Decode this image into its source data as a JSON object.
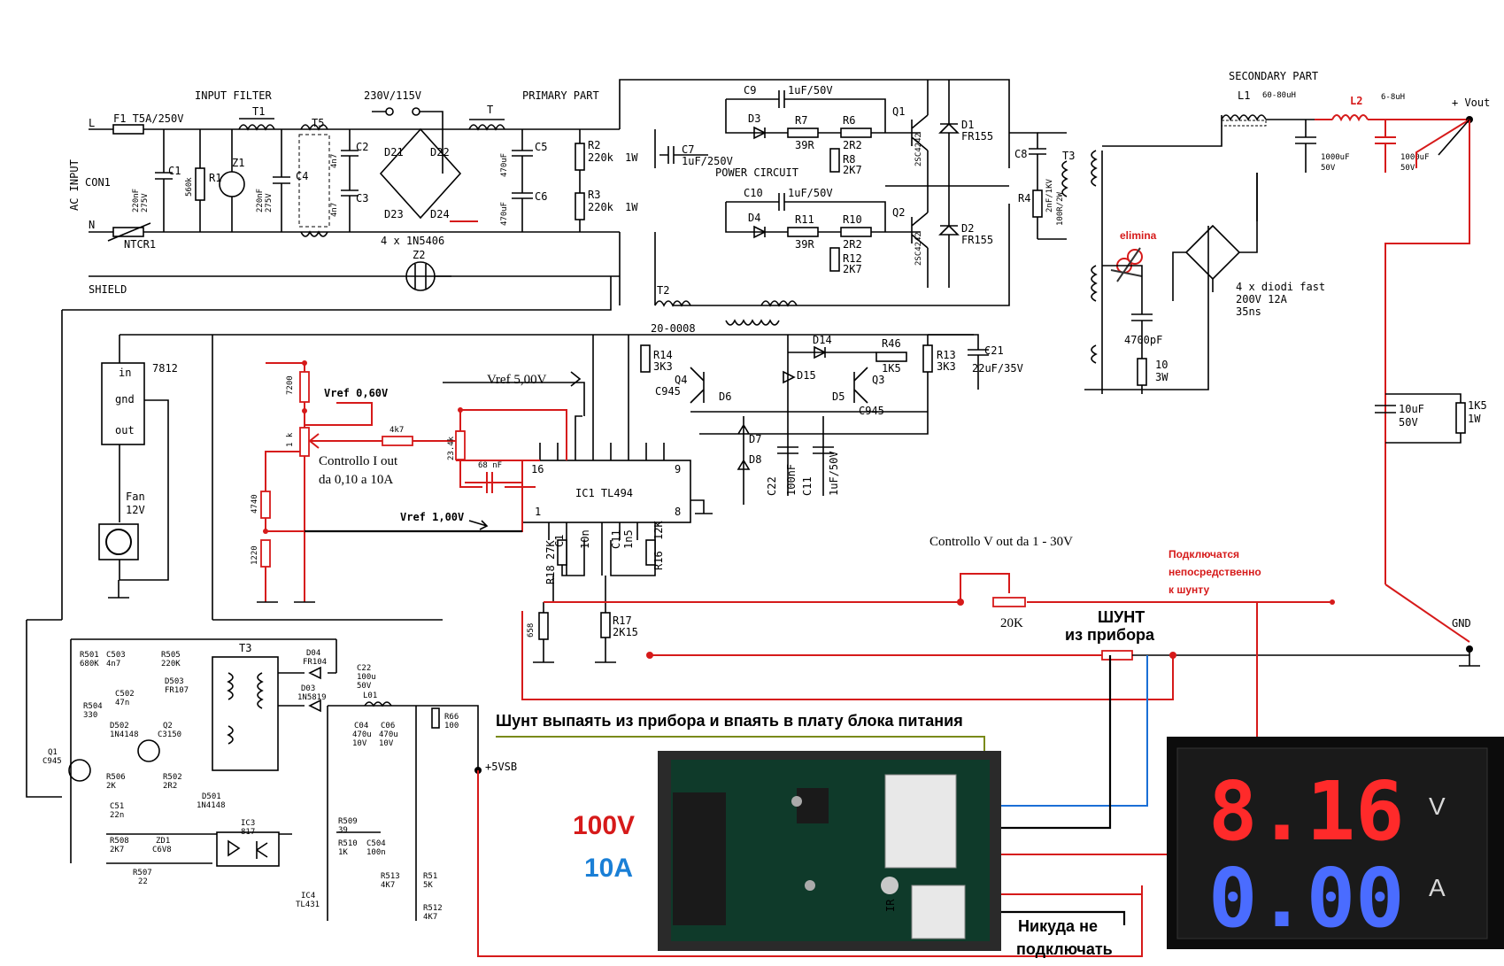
{
  "labels": {
    "input_filter": "INPUT FILTER",
    "voltage_select": "230V/115V",
    "primary_part": "PRIMARY PART",
    "secondary_part": "SECONDARY PART",
    "power_circuit": "POWER CIRCUIT",
    "ac_input": "AC INPUT",
    "con1": "CON1",
    "shield": "SHIELD",
    "L": "L",
    "N": "N",
    "vout": "+ Vout",
    "gnd": "GND",
    "vsb": "+5VSB",
    "elimina": "elimina",
    "diodes_note": [
      "4 x diodi fast",
      "200V 12A",
      "35ns"
    ],
    "vref5": "Vref 5,00V",
    "vref06": "Vref 0,60V",
    "vref1": "Vref 1,00V",
    "controllo_i": [
      "Controllo I out",
      "da 0,10 a 10A"
    ],
    "controllo_v": "Controllo V out da 1 - 30V",
    "connect_note": [
      "Подключатся",
      "непосредственно",
      "к шунту"
    ],
    "shunt": [
      "ШУНТ",
      "из прибора"
    ],
    "shunt_instruction": "Шунт выпаять из прибора и впаять в плату блока питания",
    "volt_range": "100V",
    "amp_range": "10A",
    "no_connect": [
      "Никуда не",
      "подключать"
    ],
    "reg": {
      "name": "7812",
      "in": "in",
      "gnd": "gnd",
      "out": "out"
    },
    "fan": [
      "Fan",
      "12V"
    ],
    "ic1": "IC1 TL494",
    "four_1n5406": "4 x 1N5406"
  },
  "components": {
    "F1": "F1 T5A/250V",
    "T1": "T1",
    "T5": "T5",
    "T": "T",
    "T2": "T2",
    "T2_part": "20-0008",
    "T3": "T3",
    "C1": "C1",
    "R1": "R1",
    "Z1": "Z1",
    "C4": "C4",
    "C2": "C2",
    "C3": "C3",
    "cap_220nf": [
      "220nF",
      "275V"
    ],
    "cap_220nf_b": [
      "220nF",
      "275V"
    ],
    "r560k": "560k",
    "c_4n7": "4n7",
    "c_4n7_b": "4n7",
    "D21": "D21",
    "D22": "D22",
    "D23": "D23",
    "D24": "D24",
    "Z2": "Z2",
    "NTCR1": "NTCR1",
    "C5": "C5",
    "C6": "C6",
    "c5val": "470uF",
    "c6val": "470uF",
    "R2": "R2",
    "R2v": "220k",
    "R3": "R3",
    "R3v": "220k",
    "w1": "1W",
    "w1b": "1W",
    "C7": "C7",
    "C7v": "1uF/250V",
    "C9": "C9",
    "C9v": "1uF/50V",
    "C10": "C10",
    "C10v": "1uF/50V",
    "D3": "D3",
    "D4": "D4",
    "R7": "R7",
    "R7v": "39R",
    "R6": "R6",
    "R6v": "2R2",
    "R8": "R8",
    "R8v": "2K7",
    "R11": "R11",
    "R11v": "39R",
    "R10": "R10",
    "R10v": "2R2",
    "R12": "R12",
    "R12v": "2K7",
    "Q1": "Q1",
    "Q1v": "2SC4242",
    "Q2": "Q2",
    "Q2v": "2SC4242",
    "D1": "D1",
    "D1v": "FR155",
    "D2": "D2",
    "D2v": "FR155",
    "C8": "C8",
    "C8v": "2nF/1KV",
    "R4": "R4",
    "R4v": "100R/2W",
    "L1": "L1",
    "L1v": "60-80uH",
    "L2": "L2",
    "L2v": "6-8uH",
    "c1000a": [
      "1000uF",
      "50V"
    ],
    "c1000b": [
      "1000uF",
      "50V"
    ],
    "c4700": "4700pF",
    "r10": [
      "10",
      "3W"
    ],
    "c10u": [
      "10uF",
      "50V"
    ],
    "r1k5": [
      "1K5",
      "1W"
    ],
    "R14": "R14",
    "R14v": "3K3",
    "R13": "R13",
    "R13v": "3K3",
    "R46": "R46",
    "R46v": "1K5",
    "D14": "D14",
    "D15": "D15",
    "Q4": "Q4",
    "Q4v": "C945",
    "Q3": "Q3",
    "Q3v": "C945",
    "D6": "D6",
    "D5": "D5",
    "D7": "D7",
    "D8": "D8",
    "C21": "C21",
    "C21v": "22uF/35V",
    "C22": "C22",
    "C22v": "100nF",
    "C11b": "C11",
    "C11bv": "1uF/50V",
    "r7200": "7200",
    "r1k": "1 k",
    "r4740": "4740",
    "r1220": "1220",
    "r4k7": "4k7",
    "r23k4": "23.4k",
    "c68nf": "68 nF",
    "pin16": "16",
    "pin1": "1",
    "pin9": "9",
    "pin8": "8",
    "C1b": "C1",
    "C1bv": "10n",
    "C11": "C11",
    "C11v": "1n5",
    "R16": "R16",
    "R16v": "12K",
    "R18": "R18",
    "R18v": "27K",
    "R17": "R17",
    "R17v": "2K15",
    "r658": "658",
    "r20k": "20K"
  },
  "standby": {
    "R501": [
      "R501",
      "680K"
    ],
    "C503": [
      "C503",
      "4n7"
    ],
    "R505": [
      "R505",
      "220K"
    ],
    "D503": [
      "D503",
      "FR107"
    ],
    "C502": [
      "C502",
      "47n"
    ],
    "R504": [
      "R504",
      "330"
    ],
    "D502": [
      "D502",
      "1N4148"
    ],
    "Q2": [
      "Q2",
      "C3150"
    ],
    "Q1": [
      "Q1",
      "C945"
    ],
    "R506": [
      "R506",
      "2K"
    ],
    "C51": [
      "C51",
      "22n"
    ],
    "R502": [
      "R502",
      "2R2"
    ],
    "D501": [
      "D501",
      "1N4148"
    ],
    "R508": [
      "R508",
      "2K7"
    ],
    "ZD1": [
      "ZD1",
      "C6V8"
    ],
    "R507": [
      "R507",
      "22"
    ],
    "T3": "T3",
    "IC3": [
      "IC3",
      "817"
    ],
    "D04": [
      "D04",
      "FR104"
    ],
    "D03": [
      "D03",
      "1N5819"
    ],
    "C22": [
      "C22",
      "100u",
      "50V"
    ],
    "L01": "L01",
    "C04": [
      "C04",
      "470u",
      "10V"
    ],
    "C06": [
      "C06",
      "470u",
      "10V"
    ],
    "R66": [
      "R66",
      "100"
    ],
    "R509": [
      "R509",
      "39"
    ],
    "R510": [
      "R510",
      "1K"
    ],
    "C504": [
      "C504",
      "100n"
    ],
    "R513": [
      "R513",
      "4K7"
    ],
    "R51": [
      "R51",
      "5K"
    ],
    "R512": [
      "R512",
      "4K7"
    ],
    "IC4": [
      "IC4",
      "TL431"
    ]
  },
  "meter": {
    "voltage": "8.16",
    "current": "0.00",
    "v_unit": "V",
    "a_unit": "A",
    "ir_label": "IR"
  },
  "colors": {
    "red_wire": "#d61a1a",
    "blue_wire": "#1a6fd6",
    "volt_digits": "#ff2a2a",
    "amp_digits": "#4a6cff"
  }
}
